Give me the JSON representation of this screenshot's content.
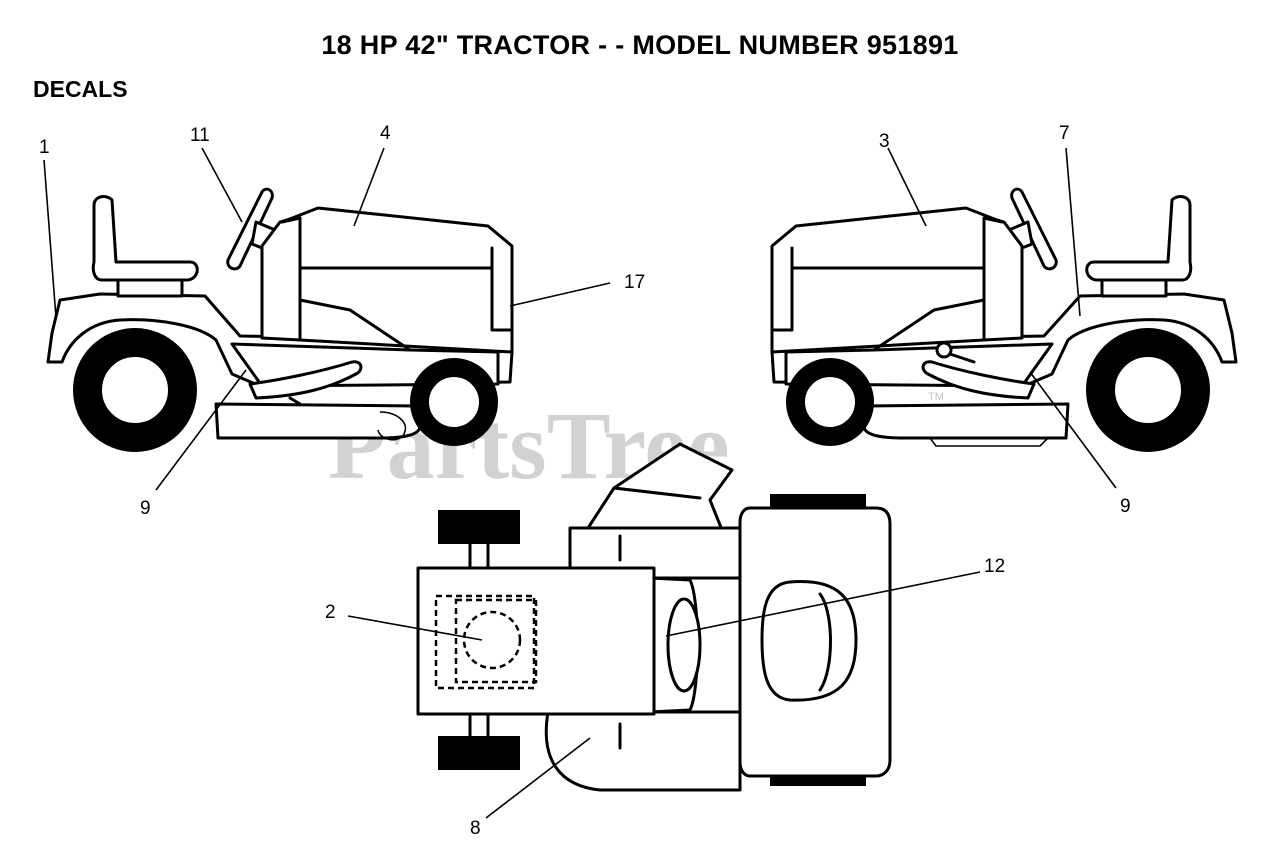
{
  "title": "18 HP 42\" TRACTOR - - MODEL NUMBER 951891",
  "section_label": "DECALS",
  "watermark": {
    "text": "PartsTree",
    "tm": "TM"
  },
  "callouts": {
    "c1": "1",
    "c11": "11",
    "c4": "4",
    "c17": "17",
    "c9_left": "9",
    "c3": "3",
    "c7": "7",
    "c9_right": "9",
    "c12": "12",
    "c2": "2",
    "c8": "8"
  },
  "colors": {
    "line": "#000000",
    "watermark": "#d2d2d2",
    "background": "#ffffff"
  }
}
